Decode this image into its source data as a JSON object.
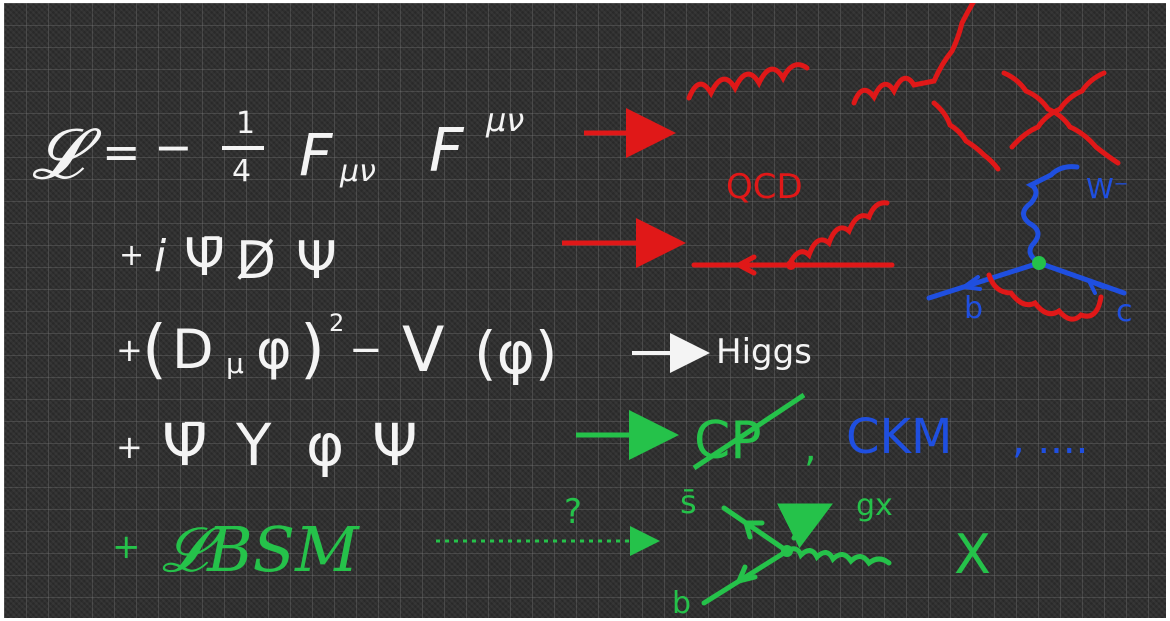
{
  "colors": {
    "board": "#2c2c2c",
    "white_ink": "#f4f4f4",
    "red_ink": "#e01818",
    "green_ink": "#25c24a",
    "blue_ink": "#1f4fe0"
  },
  "line1": {
    "lagrangian": "𝓛",
    "equals": "=",
    "minus": "−",
    "frac_num": "1",
    "frac_den": "4",
    "F1": "F",
    "F1_sub": "μν",
    "F2": "F",
    "F2_sup": "μν"
  },
  "line2": {
    "plus": "+",
    "i": "i",
    "psibar": "Ψ̄",
    "dslash": "D̸",
    "psi": "Ψ"
  },
  "line3": {
    "plus": "+",
    "open": "(",
    "D": "D",
    "D_sub": "μ",
    "phi": "φ",
    "close": ")",
    "sq": "2",
    "minus": "−",
    "V": "V",
    "V_arg": "(φ)",
    "higgs": "Higgs"
  },
  "line4": {
    "plus": "+",
    "psibar": "Ψ̄",
    "Y": "Y",
    "phi": "φ",
    "psi": "Ψ",
    "cp": "CP",
    "comma": ",",
    "ckm": "CKM",
    "etc": ", ...."
  },
  "line5": {
    "plus": "+",
    "lbsm": "𝓛BSM",
    "question": "?"
  },
  "diagrams": {
    "qcd_label": "QCD",
    "w_label": "W⁻",
    "b_label": "b",
    "c_label": "c",
    "sbar_label": "s̄",
    "b2_label": "b",
    "dx_label": "gx",
    "x_label": "X"
  }
}
